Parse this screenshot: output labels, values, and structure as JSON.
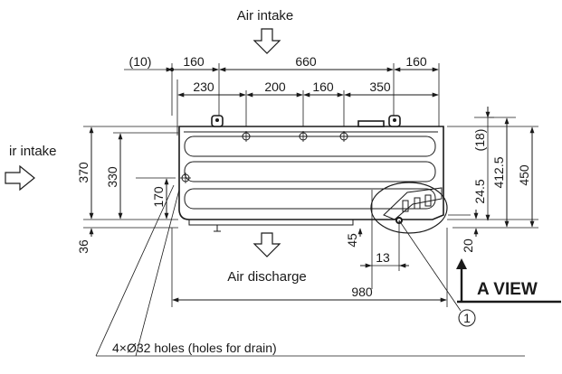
{
  "labels": {
    "air_intake_top": "Air intake",
    "air_intake_left": "ir intake",
    "air_discharge": "Air discharge",
    "a_view": "A VIEW",
    "callout": "1",
    "holes_note": "4×Ø32 holes (holes for drain)"
  },
  "dimensions": {
    "d10": "(10)",
    "d160_left": "160",
    "d660": "660",
    "d160_right": "160",
    "d230": "230",
    "d200": "200",
    "d160_mid": "160",
    "d350": "350",
    "d370": "370",
    "d330": "330",
    "d170": "170",
    "d36": "36",
    "d24_5": "24.5",
    "d18": "(18)",
    "d412_5": "412.5",
    "d450": "450",
    "d45": "45",
    "d13": "13",
    "d20": "20",
    "d980": "980"
  },
  "icons": {
    "arrow_down_top": "hollow-arrow-down-icon",
    "arrow_right_left": "hollow-arrow-right-icon",
    "arrow_down_bottom": "hollow-arrow-down-icon"
  }
}
